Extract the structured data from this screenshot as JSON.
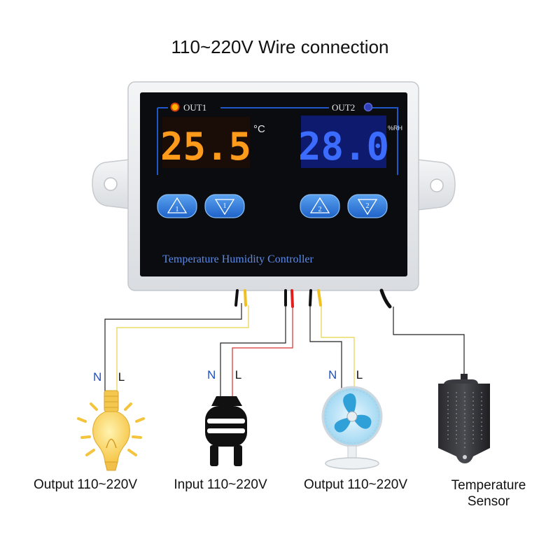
{
  "title": "110~220V Wire connection",
  "device": {
    "out1_label": "OUT1",
    "out2_label": "OUT2",
    "display1_value": "25.5",
    "display1_unit": "°C",
    "display2_value": "28.0",
    "display2_unit": "%RH",
    "button_labels": [
      "1",
      "1",
      "2",
      "2"
    ],
    "panel_label": "Temperature Humidity Controller",
    "colors": {
      "display1": "#ff9a1a",
      "display2": "#3b6bff",
      "panel": "#0b0c10",
      "button": "#2f7fe0"
    }
  },
  "terminals": [
    {
      "n": "N",
      "l": "L",
      "caption": "Output 110~220V",
      "icon": "light-bulb-icon"
    },
    {
      "n": "N",
      "l": "L",
      "caption": "Input 110~220V",
      "icon": "power-plug-icon"
    },
    {
      "n": "N",
      "l": "L",
      "caption": "Output 110~220V",
      "icon": "desk-fan-icon"
    },
    {
      "caption_line1": "Temperature",
      "caption_line2": "Sensor",
      "icon": "temperature-sensor-icon"
    }
  ]
}
